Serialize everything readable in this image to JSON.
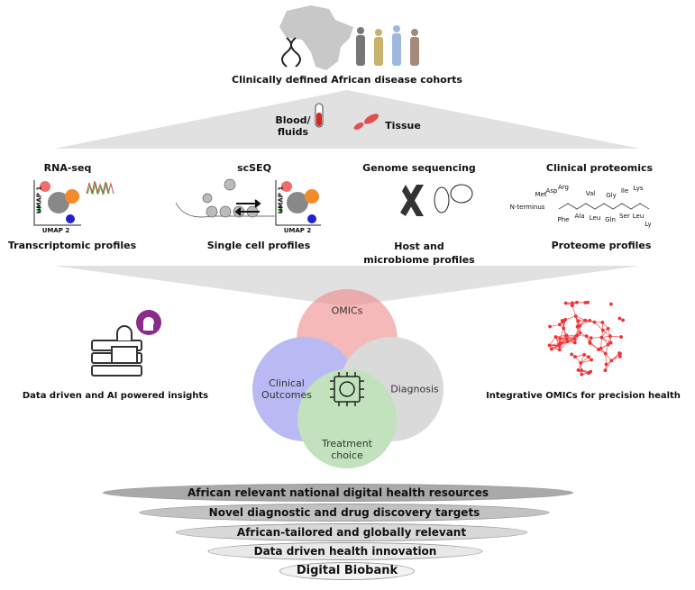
{
  "top": {
    "cohorts_label": "Clinically defined African disease cohorts",
    "samples": [
      "Blood/ fluids",
      "Tissue"
    ]
  },
  "omics": [
    {
      "title": "RNA-seq",
      "output": "Transcriptomic profiles",
      "axis_y": "UMAP 1",
      "axis_x": "UMAP 2"
    },
    {
      "title": "scSEQ",
      "output": "Single cell profiles",
      "axis_y": "UMAP 1",
      "axis_x": "UMAP 2"
    },
    {
      "title": "Genome sequencing",
      "output": "Host and microbiome profiles"
    },
    {
      "title": "Clinical proteomics",
      "output": "Proteome profiles",
      "peptide_labels": [
        "Met",
        "Asp",
        "Arg",
        "Val",
        "Gly",
        "Ile",
        "Lys",
        "N-terminus",
        "Phe",
        "Ala",
        "Leu",
        "Gln",
        "Ser",
        "Leu",
        "Ly"
      ]
    }
  ],
  "insights": {
    "left": "Data driven and AI powered insights",
    "right": "Integrative OMICs for precision health",
    "venn": [
      "OMICs",
      "Clinical Outcomes",
      "Diagnosis",
      "Treatment choice"
    ],
    "venn_colors": [
      "#f4a6a6",
      "#a9a9f0",
      "#cfcfcf",
      "#b5dcb0"
    ]
  },
  "layers": [
    "African relevant national digital health resources",
    "Novel diagnostic and drug discovery targets",
    "African-tailored and globally relevant",
    "Data driven health innovation",
    "Digital Biobank"
  ]
}
